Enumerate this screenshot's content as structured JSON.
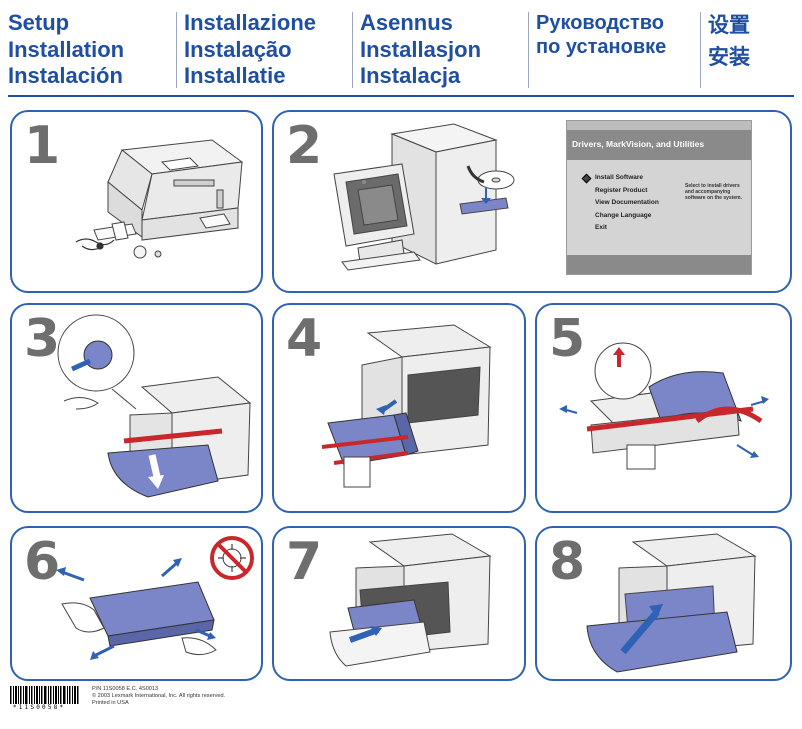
{
  "header": {
    "col1": [
      "Setup",
      "Installation",
      "Instalación"
    ],
    "col2": [
      "Installazione",
      "Instalação",
      "Installatie"
    ],
    "col3": [
      "Asennus",
      "Installasjon",
      "Instalacja"
    ],
    "col4": [
      "Руководство",
      "по установке"
    ],
    "col5": [
      "设置",
      "安装"
    ]
  },
  "steps": [
    "1",
    "2",
    "3",
    "4",
    "5",
    "6",
    "7",
    "8"
  ],
  "installer": {
    "title": "Drivers, MarkVision, and Utilities",
    "menu": [
      "Install Software",
      "Register Product",
      "View Documentation",
      "Change Language",
      "Exit"
    ],
    "description": "Select to install drivers and accompanying software on the system."
  },
  "footer": {
    "lines": [
      "P/N 11S0058 E.C. 4S0013",
      "© 2003 Lexmark International, Inc. All rights reserved.",
      "Printed in USA"
    ],
    "barcode_text": "*11S0058*"
  },
  "colors": {
    "accent": "#1f4fa0",
    "panel_border": "#2f62b5",
    "cartridge": "#7b86c9",
    "tape": "#c8282b",
    "step_number": "#6e6e6e"
  }
}
